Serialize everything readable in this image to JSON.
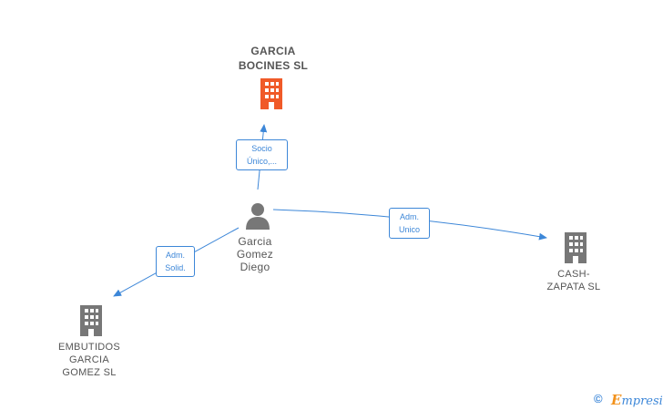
{
  "nodes": {
    "main_company": {
      "label_line1": "GARCIA",
      "label_line2": "BOCINES SL",
      "color": "#f05a28"
    },
    "person": {
      "label_line1": "Garcia",
      "label_line2": "Gomez",
      "label_line3": "Diego",
      "color": "#777777"
    },
    "cash_zapata": {
      "label_line1": "CASH-",
      "label_line2": "ZAPATA SL",
      "color": "#777777"
    },
    "embutidos": {
      "label_line1": "EMBUTIDOS",
      "label_line2": "GARCIA",
      "label_line3": "GOMEZ SL",
      "color": "#777777"
    }
  },
  "edges": {
    "to_main": {
      "line1": "Socio",
      "line2": "Único,..."
    },
    "to_cash": {
      "line1": "Adm.",
      "line2": "Unico"
    },
    "to_embutidos": {
      "line1": "Adm.",
      "line2": "Solid."
    }
  },
  "edge_color": "#3d87d8",
  "footer": {
    "copyright_symbol": "©",
    "brand_first": "E",
    "brand_rest": "mpresia"
  }
}
